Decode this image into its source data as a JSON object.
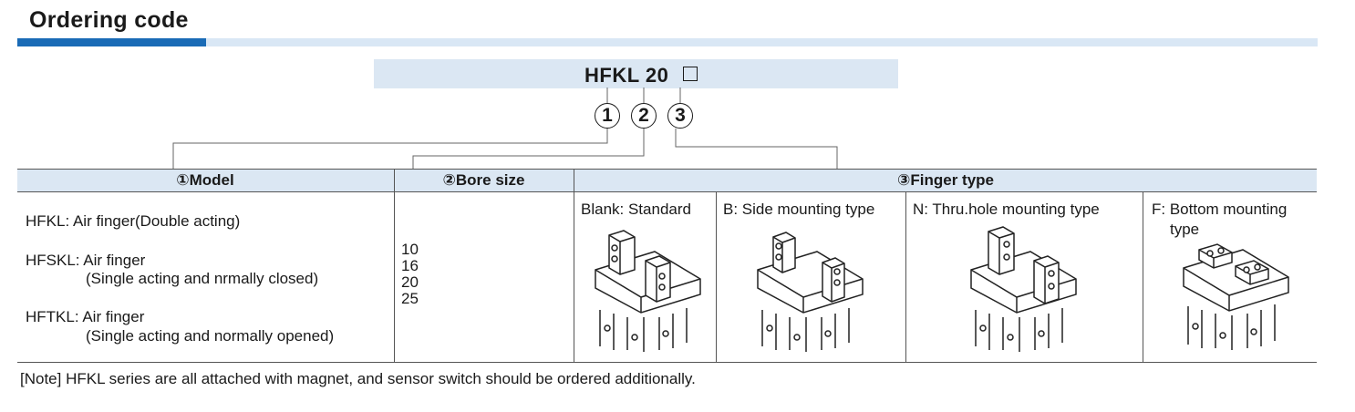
{
  "section_title": "Ordering code",
  "code": {
    "text": "HFKL 20",
    "markers": [
      "1",
      "2",
      "3"
    ]
  },
  "headers": {
    "model": "①Model",
    "bore": "②Bore size",
    "finger": "③Finger type"
  },
  "models": [
    {
      "line1": "HFKL: Air finger(Double acting)",
      "line2": ""
    },
    {
      "line1": "HFSKL: Air finger",
      "line2": "(Single acting and nrmally closed)"
    },
    {
      "line1": "HFTKL: Air finger",
      "line2": "(Single acting and normally opened)"
    }
  ],
  "bore_sizes": [
    "10",
    "16",
    "20",
    "25"
  ],
  "finger_types": [
    {
      "label": "Blank: Standard",
      "icon": "gripper-standard-image"
    },
    {
      "label": "B: Side mounting type",
      "icon": "gripper-side-mount-image"
    },
    {
      "label": "N: Thru.hole mounting type",
      "icon": "gripper-thru-hole-image"
    },
    {
      "label": "F: Bottom mounting",
      "label2": "type",
      "icon": "gripper-bottom-mount-image"
    }
  ],
  "note": "[Note] HFKL series are all attached with magnet, and sensor switch should be ordered additionally.",
  "colors": {
    "accent": "#1a6bb6",
    "header_bg": "#dbe7f3",
    "bar_light": "#d9e7f5"
  }
}
